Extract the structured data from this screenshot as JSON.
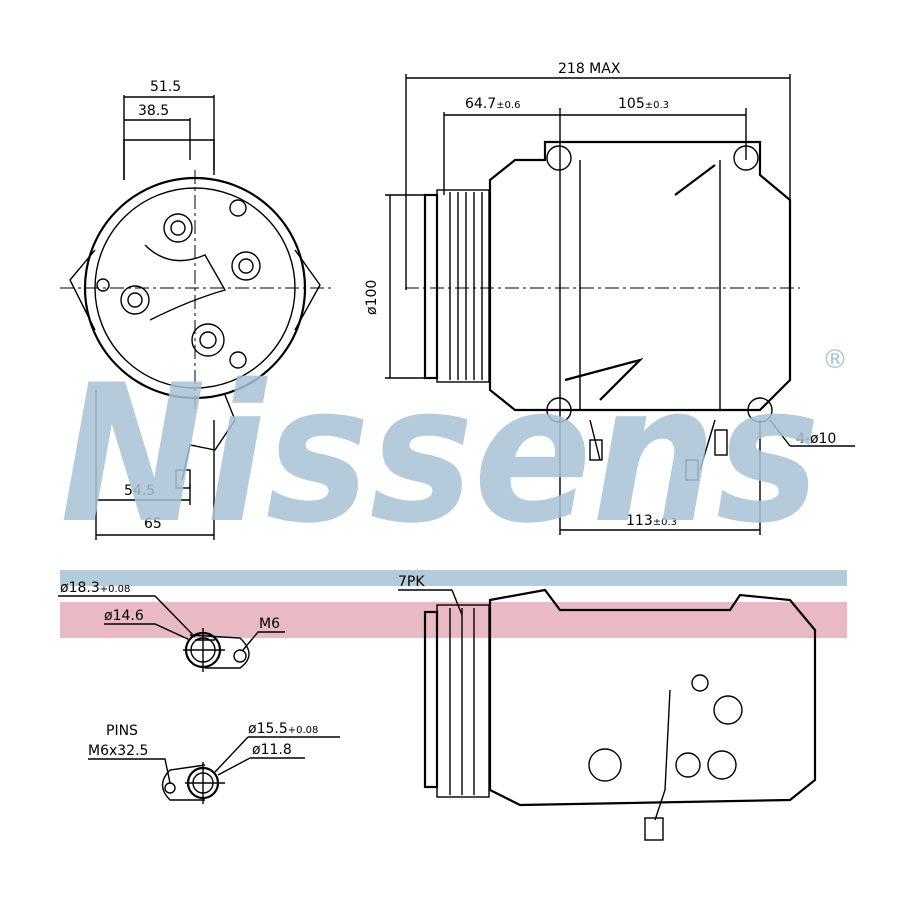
{
  "watermark": {
    "brand": "Nissens",
    "registered": "®"
  },
  "colors": {
    "blue_band": "#b3cbdb",
    "pink_band": "#e9b9c4",
    "watermark": "#a9c3d6"
  },
  "front_view": {
    "dim_top": "51.5",
    "dim_inner": "38.5",
    "dim_bottom_inner": "54.5",
    "dim_bottom": "65"
  },
  "side_view": {
    "overall": "218 MAX",
    "pulley_offset": "64.7",
    "pulley_offset_tol": "±0.6",
    "mount_span": "105",
    "mount_span_tol": "±0.3",
    "pulley_dia": "ø100",
    "holes": "4-ø10",
    "bottom_span": "113",
    "bottom_span_tol": "±0.3"
  },
  "bottom_view": {
    "belt": "7PK"
  },
  "port_suction": {
    "outer": "ø18.3",
    "outer_tol": "+0.08",
    "inner": "ø14.6",
    "thread": "M6"
  },
  "port_discharge": {
    "pins_label": "PINS",
    "pins_size": "M6x32.5",
    "outer": "ø15.5",
    "outer_tol": "+0.08",
    "inner": "ø11.8"
  }
}
